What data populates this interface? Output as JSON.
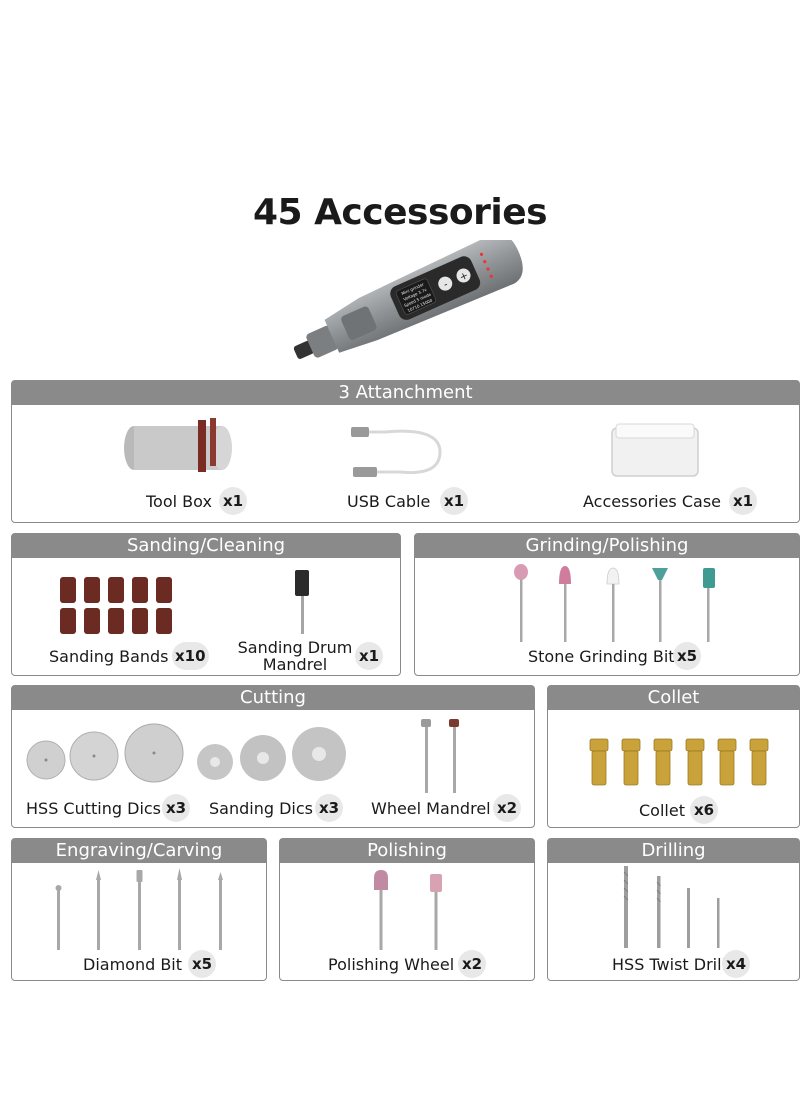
{
  "title": "45 Accessories",
  "device": {
    "screen_lines": [
      "Mini grinder",
      "Voltage 3.7v",
      "Speed 5 mode",
      "10710 15000"
    ],
    "minus": "-",
    "plus": "+"
  },
  "attachment": {
    "header": "3 Attanchment",
    "items": [
      {
        "label": "Tool Box",
        "qty": "x1"
      },
      {
        "label": "USB Cable",
        "qty": "x1"
      },
      {
        "label": "Accessories Case",
        "qty": "x1"
      }
    ]
  },
  "sanding": {
    "header": "Sanding/Cleaning",
    "items": [
      {
        "label": "Sanding Bands",
        "qty": "x10"
      },
      {
        "label_line1": "Sanding Drum",
        "label_line2": "Mandrel",
        "qty": "x1"
      }
    ]
  },
  "grinding": {
    "header": "Grinding/Polishing",
    "items": [
      {
        "label": "Stone Grinding Bit",
        "qty": "x5"
      }
    ]
  },
  "cutting": {
    "header": "Cutting",
    "items": [
      {
        "label": "HSS Cutting Dics",
        "qty": "x3"
      },
      {
        "label": "Sanding Dics",
        "qty": "x3"
      },
      {
        "label": "Wheel Mandrel",
        "qty": "x2"
      }
    ]
  },
  "collet": {
    "header": "Collet",
    "items": [
      {
        "label": "Collet",
        "qty": "x6"
      }
    ]
  },
  "engraving": {
    "header": "Engraving/Carving",
    "items": [
      {
        "label": "Diamond Bit",
        "qty": "x5"
      }
    ]
  },
  "polishing": {
    "header": "Polishing",
    "items": [
      {
        "label": "Polishing Wheel",
        "qty": "x2"
      }
    ]
  },
  "drilling": {
    "header": "Drilling",
    "items": [
      {
        "label": "HSS Twist Drill",
        "qty": "x4"
      }
    ]
  },
  "colors": {
    "panel_header": "#8a8a8a",
    "badge": "#e8e8e8",
    "tool_body": "#8f9396",
    "sanding_band": "#6b2a22",
    "brass": "#c9a23a"
  }
}
